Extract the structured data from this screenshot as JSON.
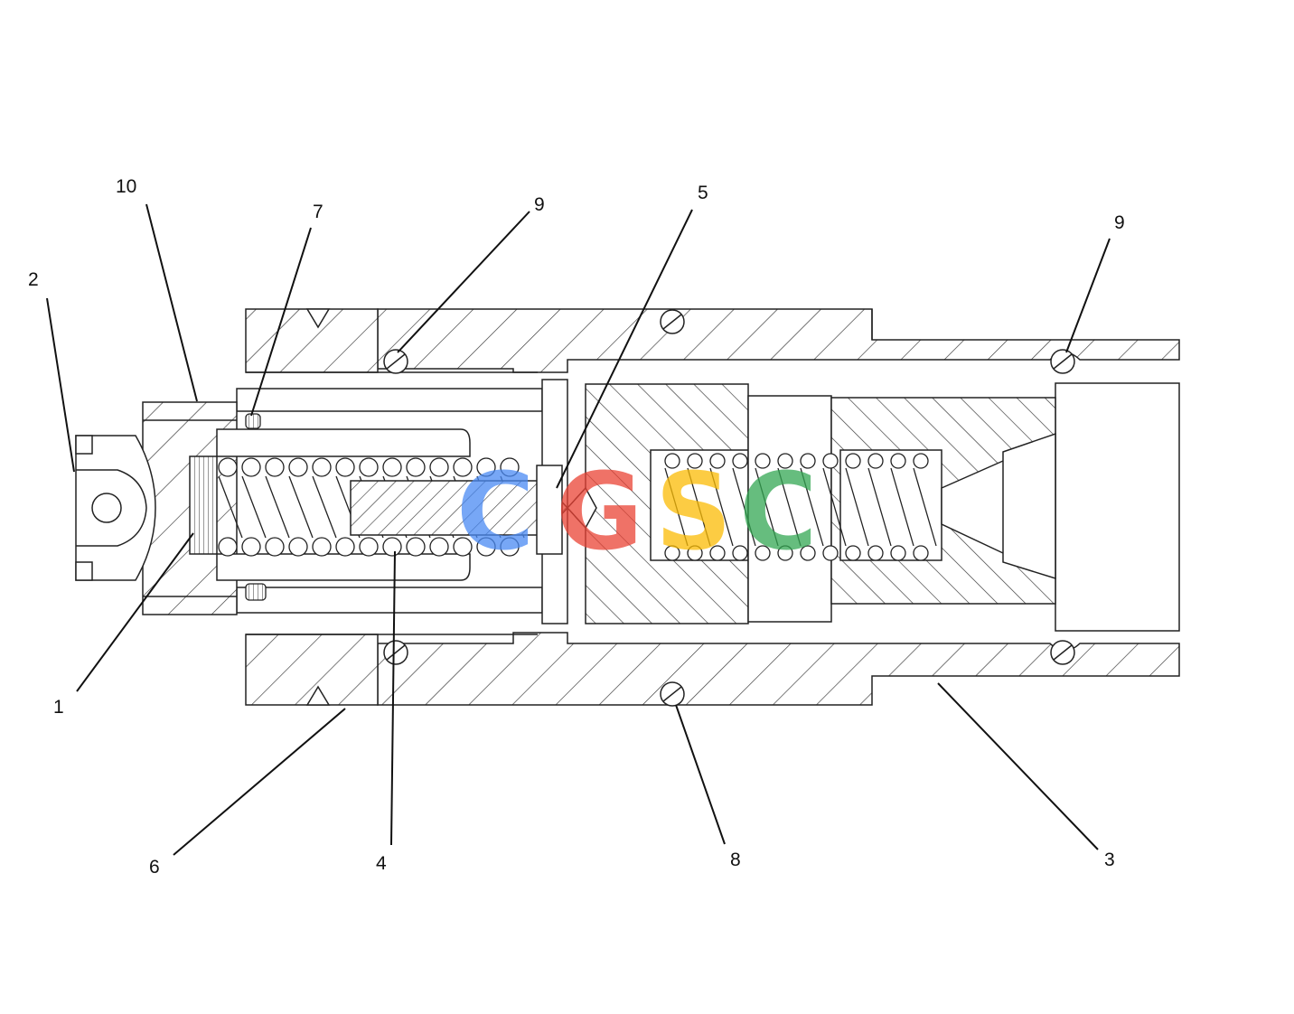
{
  "diagram": {
    "callouts": [
      {
        "id": "c1",
        "label": "1"
      },
      {
        "id": "c2",
        "label": "2"
      },
      {
        "id": "c3",
        "label": "3"
      },
      {
        "id": "c4",
        "label": "4"
      },
      {
        "id": "c5",
        "label": "5"
      },
      {
        "id": "c6",
        "label": "6"
      },
      {
        "id": "c7",
        "label": "7"
      },
      {
        "id": "c8",
        "label": "8"
      },
      {
        "id": "c9a",
        "label": "9"
      },
      {
        "id": "c9b",
        "label": "9"
      },
      {
        "id": "c10",
        "label": "10"
      }
    ]
  },
  "watermark": {
    "letters": [
      "C",
      "G",
      "S",
      "C"
    ],
    "colors": [
      "#4a8af4",
      "#ea4335",
      "#fbbc05",
      "#34a853"
    ]
  }
}
